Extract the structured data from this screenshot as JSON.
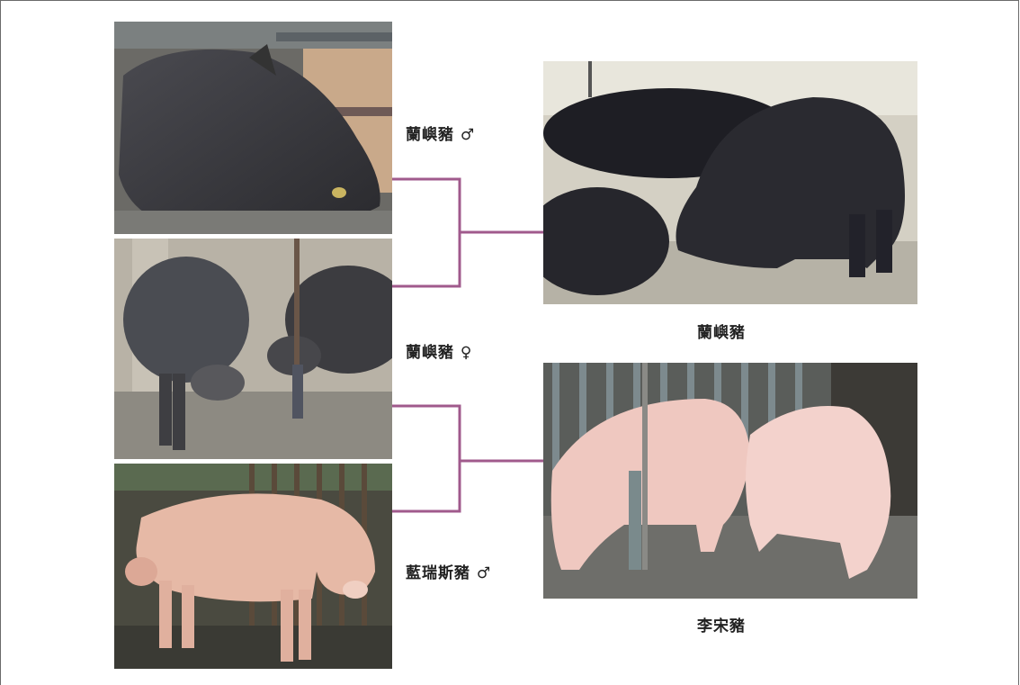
{
  "parents": {
    "boar_lanyu": {
      "label": "蘭嶼豬 ♂",
      "image": "lanyu-boar-photo"
    },
    "sow_lanyu": {
      "label": "蘭嶼豬 ♀",
      "image": "lanyu-sow-photo"
    },
    "boar_landrace": {
      "label": "藍瑞斯豬 ♂",
      "image": "landrace-boar-photo"
    }
  },
  "offspring": {
    "lanyu": {
      "label": "蘭嶼豬",
      "image": "lanyu-pigs-photo"
    },
    "lee_sung": {
      "label": "李宋豬",
      "image": "lee-sung-pigs-photo"
    }
  },
  "colors": {
    "connector": "#a05a8c",
    "frame": "#6a6a6a"
  }
}
